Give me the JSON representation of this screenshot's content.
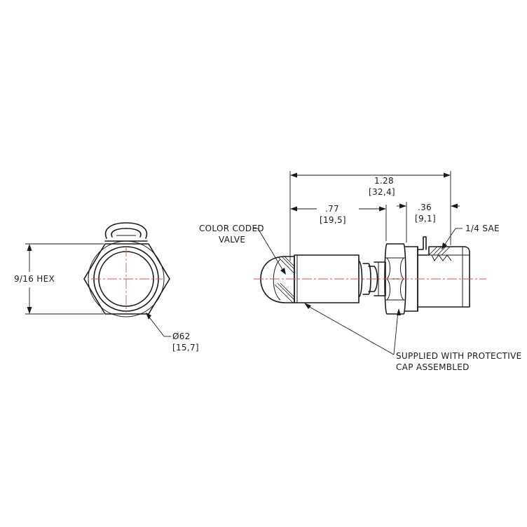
{
  "end_view": {
    "hex_label": "9/16 HEX",
    "diameter_in": "Ø62",
    "diameter_mm": "[15,7]"
  },
  "side_view": {
    "overall_length_in": "1.28",
    "overall_length_mm": "[32,4]",
    "body_length_in": ".77",
    "body_length_mm": "[19,5]",
    "fitting_length_in": ".36",
    "fitting_length_mm": "[9,1]",
    "thread_label": "1/4 SAE",
    "valve_label_line1": "COLOR CODED",
    "valve_label_line2": "VALVE",
    "cap_note_line1": "SUPPLIED WITH PROTECTIVE",
    "cap_note_line2": "CAP ASSEMBLED"
  },
  "colors": {
    "line": "#1a1a1a",
    "centerline": "#e05050"
  }
}
